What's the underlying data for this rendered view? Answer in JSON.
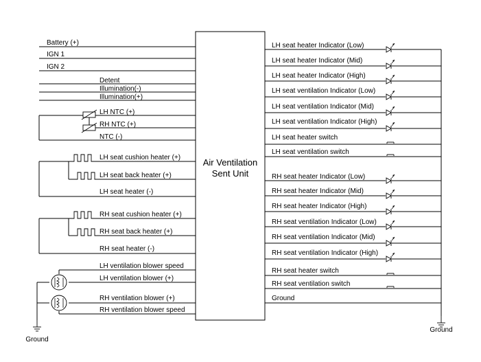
{
  "unit": {
    "title_line1": "Air Ventilation",
    "title_line2": "Sent Unit"
  },
  "left": {
    "battery": "Battery (+)",
    "ign1": "IGN 1",
    "ign2": "IGN 2",
    "detent": "Detent",
    "illum_minus": "Illumination(-)",
    "illum_plus": "Illumination(+)",
    "lh_ntc": "LH NTC (+)",
    "rh_ntc": "RH NTC (+)",
    "ntc_minus": "NTC (-)",
    "lh_cushion": "LH seat cushion heater (+)",
    "lh_back": "LH seat back heater (+)",
    "lh_heater_minus": "LH seat heater (-)",
    "rh_cushion": "RH seat cushion heater (+)",
    "rh_back": "RH seat back heater (+)",
    "rh_heater_minus": "RH seat heater (-)",
    "lh_blower_speed": "LH ventilation blower speed",
    "lh_blower_plus": "LH ventilation blower (+)",
    "rh_blower_plus": "RH ventilation blower (+)",
    "rh_blower_speed": "RH ventilation blower speed",
    "ground": "Ground"
  },
  "right": {
    "lh_heater_low": "LH seat heater Indicator (Low)",
    "lh_heater_mid": "LH seat heater Indicator (Mid)",
    "lh_heater_high": "LH seat heater Indicator (High)",
    "lh_vent_low": "LH seat ventilation Indicator (Low)",
    "lh_vent_mid": "LH seat ventilation Indicator (Mid)",
    "lh_vent_high": "LH seat ventilation Indicator (High)",
    "lh_heater_switch": "LH seat heater switch",
    "lh_vent_switch": "LH seat ventilation switch",
    "rh_heater_low": "RH seat heater Indicator (Low)",
    "rh_heater_mid": "RH seat heater Indicator (Mid)",
    "rh_heater_high": "RH seat heater Indicator (High)",
    "rh_vent_low": "RH seat ventilation Indicator (Low)",
    "rh_vent_mid": "RH seat ventilation Indicator (Mid)",
    "rh_vent_high": "RH seat ventilation Indicator (High)",
    "rh_heater_switch": "RH seat heater switch",
    "rh_vent_switch": "RH seat ventilation switch",
    "ground_pin": "Ground",
    "ground": "Ground"
  },
  "icons": {
    "led": "led-icon",
    "switch": "push-switch-icon",
    "heater": "heating-element-icon",
    "thermistor": "ntc-thermistor-icon",
    "motor": "blower-motor-icon",
    "ground": "ground-icon"
  }
}
